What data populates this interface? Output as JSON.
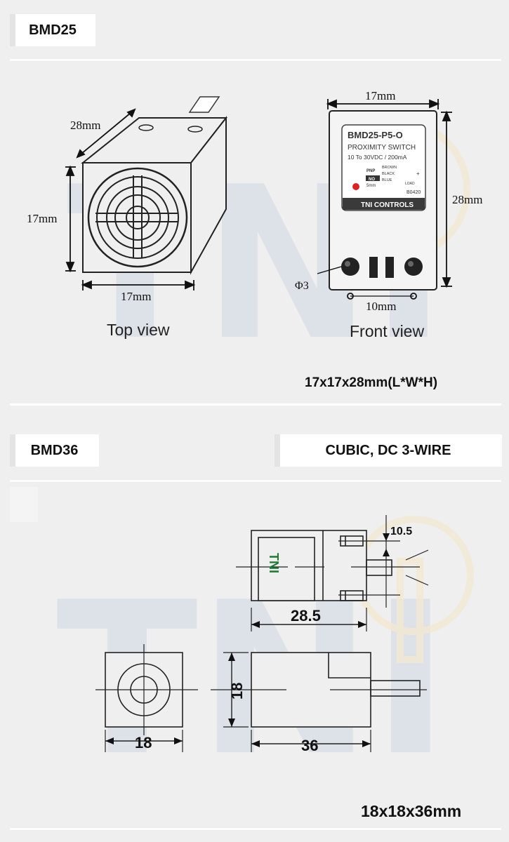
{
  "section1": {
    "tag": "BMD25",
    "watermark": "TNI",
    "top_view": {
      "caption": "Top view",
      "depth_dim": "28mm",
      "height_dim": "17mm",
      "width_dim": "17mm"
    },
    "front_view": {
      "caption": "Front view",
      "width_dim": "17mm",
      "height_dim": "28mm",
      "hole_dim": "Φ3",
      "hole_spacing_dim": "10mm",
      "label": {
        "model": "BMD25-P5-O",
        "type": "PROXIMITY SWITCH",
        "rating": "10 To 30VDC / 200mA",
        "wire_brown": "BROWN",
        "wire_black": "BLACK",
        "wire_blue": "BLUE",
        "pnp": "PNP",
        "no": "NO",
        "range": "5mm",
        "load": "LOAD",
        "plus": "+",
        "code": "B0420",
        "brand": "TNI CONTROLS"
      }
    },
    "dimensions": "17x17x28mm(L*W*H)"
  },
  "section2": {
    "tag": "BMD36",
    "subtitle": "CUBIC, DC 3-WIRE",
    "watermark": "TNI",
    "side_view": {
      "logo": "TNI",
      "height_dim": "10.5",
      "length_dim": "28.5"
    },
    "front_view": {
      "width_dim": "18"
    },
    "profile_view": {
      "height_dim": "18",
      "length_dim": "36"
    },
    "dimensions": "18x18x36mm"
  }
}
